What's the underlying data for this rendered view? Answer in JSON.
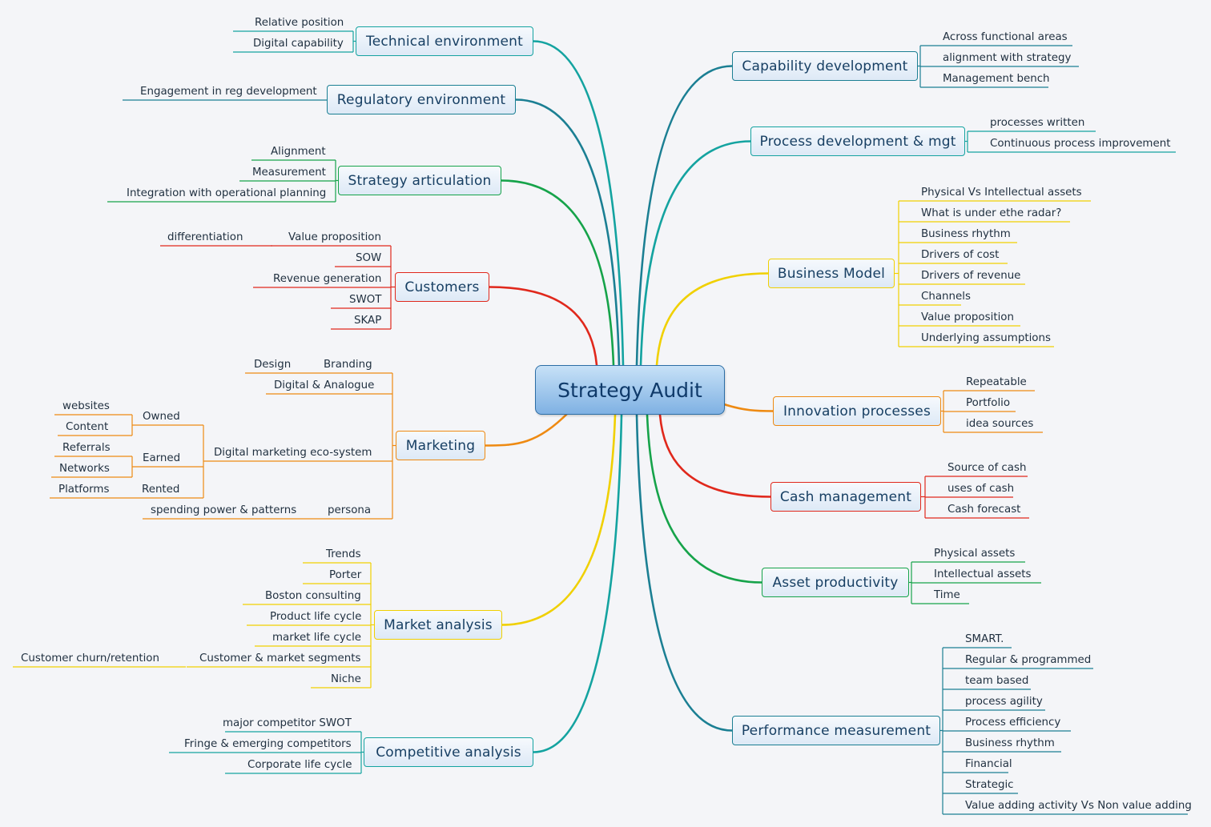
{
  "central": "Strategy Audit",
  "colors": {
    "teal": "#14a3a0",
    "darkteal": "#1b7f93",
    "green": "#16a34a",
    "red": "#e0281c",
    "orange": "#ee8a12",
    "yellow": "#f0d000"
  },
  "branches": [
    {
      "label": "Technical environment",
      "color": "teal",
      "leaves": [
        {
          "label": "Relative position"
        },
        {
          "label": "Digital capability"
        }
      ]
    },
    {
      "label": "Regulatory environment",
      "color": "darkteal",
      "leaves": [
        {
          "label": "Engagement in reg development"
        }
      ]
    },
    {
      "label": "Strategy articulation",
      "color": "green",
      "leaves": [
        {
          "label": "Alignment"
        },
        {
          "label": "Measurement"
        },
        {
          "label": "Integration with operational planning"
        }
      ]
    },
    {
      "label": "Customers",
      "color": "red",
      "leaves": [
        {
          "label": "Value proposition",
          "children": [
            {
              "label": "differentiation"
            }
          ]
        },
        {
          "label": "SOW"
        },
        {
          "label": "Revenue generation"
        },
        {
          "label": "SWOT"
        },
        {
          "label": "SKAP"
        }
      ]
    },
    {
      "label": "Marketing",
      "color": "orange",
      "leaves": [
        {
          "label": "Branding",
          "children": [
            {
              "label": "Design"
            }
          ]
        },
        {
          "label": "Digital & Analogue"
        },
        {
          "label": "Digital marketing eco-system",
          "children": [
            {
              "label": "Owned",
              "children": [
                {
                  "label": "websites"
                },
                {
                  "label": "Content"
                }
              ]
            },
            {
              "label": "Earned",
              "children": [
                {
                  "label": "Referrals"
                },
                {
                  "label": "Networks"
                }
              ]
            },
            {
              "label": "Rented",
              "children": [
                {
                  "label": "Platforms"
                }
              ]
            }
          ]
        },
        {
          "label": "persona",
          "children": [
            {
              "label": "spending power & patterns"
            }
          ]
        }
      ]
    },
    {
      "label": "Market analysis",
      "color": "yellow",
      "leaves": [
        {
          "label": "Trends"
        },
        {
          "label": "Porter"
        },
        {
          "label": "Boston consulting"
        },
        {
          "label": "Product life cycle"
        },
        {
          "label": "market life cycle"
        },
        {
          "label": "Customer & market segments",
          "children": [
            {
              "label": "Customer churn/retention"
            }
          ]
        },
        {
          "label": "Niche"
        }
      ]
    },
    {
      "label": "Competitive  analysis",
      "color": "teal",
      "leaves": [
        {
          "label": "major competitor SWOT"
        },
        {
          "label": "Fringe & emerging competitors"
        },
        {
          "label": "Corporate life cycle"
        }
      ]
    },
    {
      "label": "Capability development",
      "color": "darkteal",
      "leaves": [
        {
          "label": "Across functional areas"
        },
        {
          "label": "alignment with strategy"
        },
        {
          "label": "Management bench"
        }
      ]
    },
    {
      "label": "Process development & mgt",
      "color": "teal",
      "leaves": [
        {
          "label": "processes written"
        },
        {
          "label": "Continuous process improvement"
        }
      ]
    },
    {
      "label": "Business Model",
      "color": "yellow",
      "leaves": [
        {
          "label": "Physical Vs Intellectual assets"
        },
        {
          "label": "What is under ethe radar?"
        },
        {
          "label": "Business rhythm"
        },
        {
          "label": "Drivers of cost"
        },
        {
          "label": "Drivers of revenue"
        },
        {
          "label": "Channels"
        },
        {
          "label": "Value proposition"
        },
        {
          "label": "Underlying assumptions"
        }
      ]
    },
    {
      "label": "Innovation processes",
      "color": "orange",
      "leaves": [
        {
          "label": "Repeatable"
        },
        {
          "label": "Portfolio"
        },
        {
          "label": "idea sources"
        }
      ]
    },
    {
      "label": "Cash management",
      "color": "red",
      "leaves": [
        {
          "label": "Source of cash"
        },
        {
          "label": "uses of cash"
        },
        {
          "label": "Cash forecast"
        }
      ]
    },
    {
      "label": "Asset productivity",
      "color": "green",
      "leaves": [
        {
          "label": "Physical assets"
        },
        {
          "label": "Intellectual assets"
        },
        {
          "label": "Time"
        }
      ]
    },
    {
      "label": "Performance measurement",
      "color": "darkteal",
      "leaves": [
        {
          "label": "SMART."
        },
        {
          "label": "Regular & programmed"
        },
        {
          "label": "team based"
        },
        {
          "label": "process agility"
        },
        {
          "label": "Process efficiency"
        },
        {
          "label": "Business rhythm"
        },
        {
          "label": "Financial"
        },
        {
          "label": "Strategic"
        },
        {
          "label": "Value adding activity Vs Non value adding"
        }
      ]
    }
  ]
}
